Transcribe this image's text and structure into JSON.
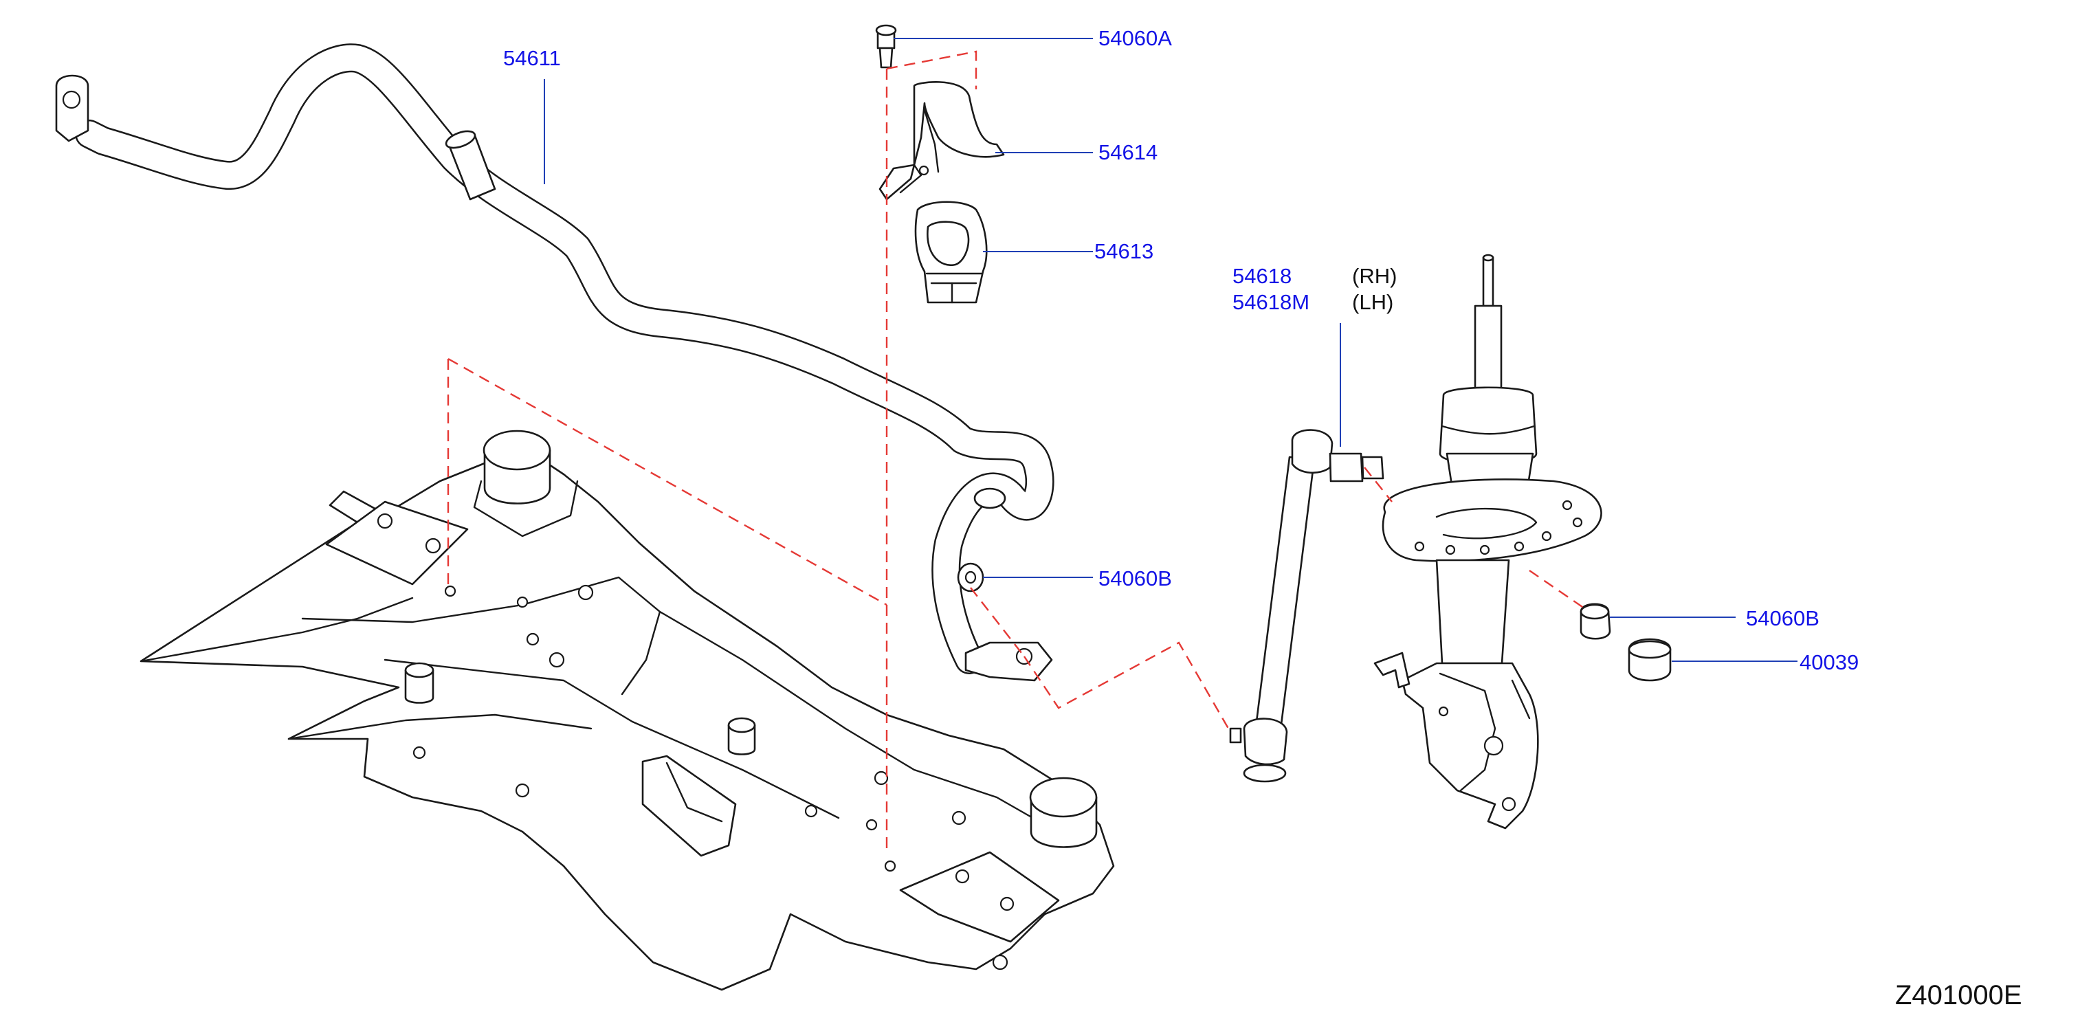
{
  "callouts": {
    "stabilizer_bar": "54611",
    "bolt": "54060A",
    "clamp": "54614",
    "bushing": "54613",
    "link_rh": "54618",
    "link_lh": "54618M",
    "bushing_link": "54060B",
    "bushing_strut": "54060B",
    "strut_cap": "40039"
  },
  "side_labels": {
    "rh": "(RH)",
    "lh": "(LH)"
  },
  "diagram_code": "Z401000E",
  "colors": {
    "callout_text": "#1414e6",
    "leader_line": "#1f3fb5",
    "dashed_guide": "#e53935",
    "outline": "#1a1a1a"
  }
}
